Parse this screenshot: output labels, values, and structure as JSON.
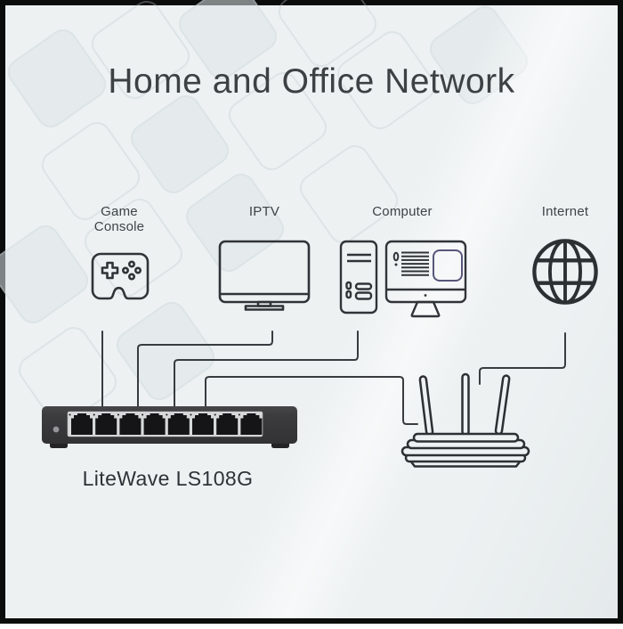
{
  "page": {
    "title": "Home and Office Network"
  },
  "devices": [
    {
      "id": "game-console",
      "label": "Game Console"
    },
    {
      "id": "iptv",
      "label": "IPTV"
    },
    {
      "id": "computer",
      "label": "Computer"
    },
    {
      "id": "internet",
      "label": "Internet"
    }
  ],
  "switch": {
    "model": "LiteWave LS108G",
    "ports": 8
  },
  "router": {
    "antennas": 3
  },
  "connections": [
    {
      "from": "Game Console",
      "to": "LiteWave LS108G switch"
    },
    {
      "from": "IPTV",
      "to": "LiteWave LS108G switch"
    },
    {
      "from": "Computer",
      "to": "LiteWave LS108G switch"
    },
    {
      "from": "LiteWave LS108G switch",
      "to": "Router"
    },
    {
      "from": "Internet",
      "to": "Router"
    }
  ],
  "colors": {
    "background": "#edf1f2",
    "frame": "#0b0c0c",
    "line": "#383c3f",
    "icon_stroke": "#303438",
    "switch_body": "#3c3c3e",
    "switch_panel": "#d7d8d9",
    "port_black": "#151517",
    "text": "#3d4144",
    "monitor_window_stroke": "#56567a"
  }
}
